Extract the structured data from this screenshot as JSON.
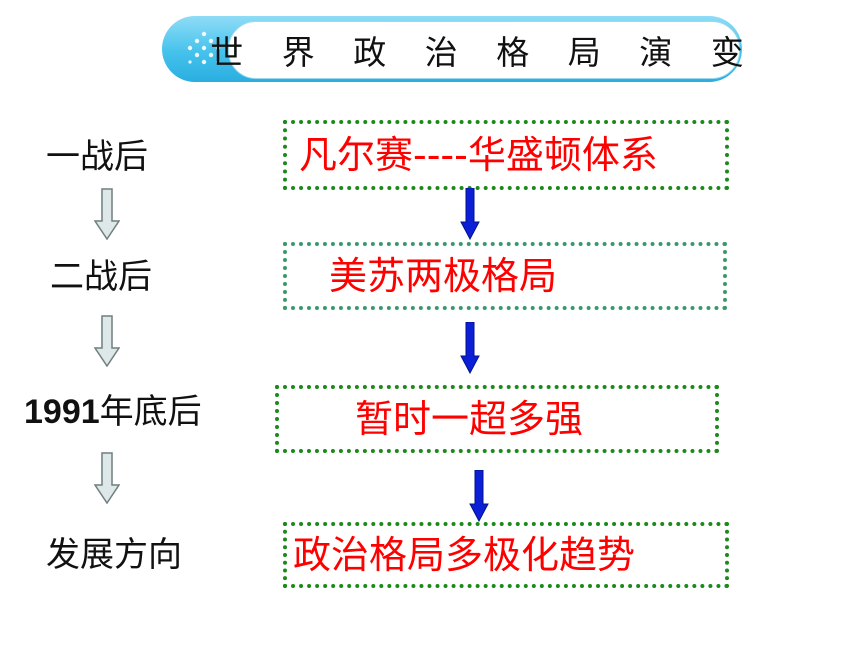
{
  "title": "世 界 政 治 格 局 演 变",
  "stages": [
    {
      "label": "一战后",
      "content": "凡尔赛----华盛顿体系"
    },
    {
      "label": "二战后",
      "content": "美苏两极格局"
    },
    {
      "label_num": "1991",
      "label": "年底后",
      "content": "暂时一超多强"
    },
    {
      "label": "发展方向",
      "content": "政治格局多极化趋势"
    }
  ],
  "colors": {
    "banner": "#45c2ec",
    "box_border": "#1a8a1a",
    "content_text": "#ff0000",
    "blue_arrow": "#0a1fd6",
    "grey_arrow": "#c9d6d6"
  },
  "icons": {
    "banner_decoration": "dot-grid-icon",
    "stage_arrow": "down-arrow-icon"
  }
}
